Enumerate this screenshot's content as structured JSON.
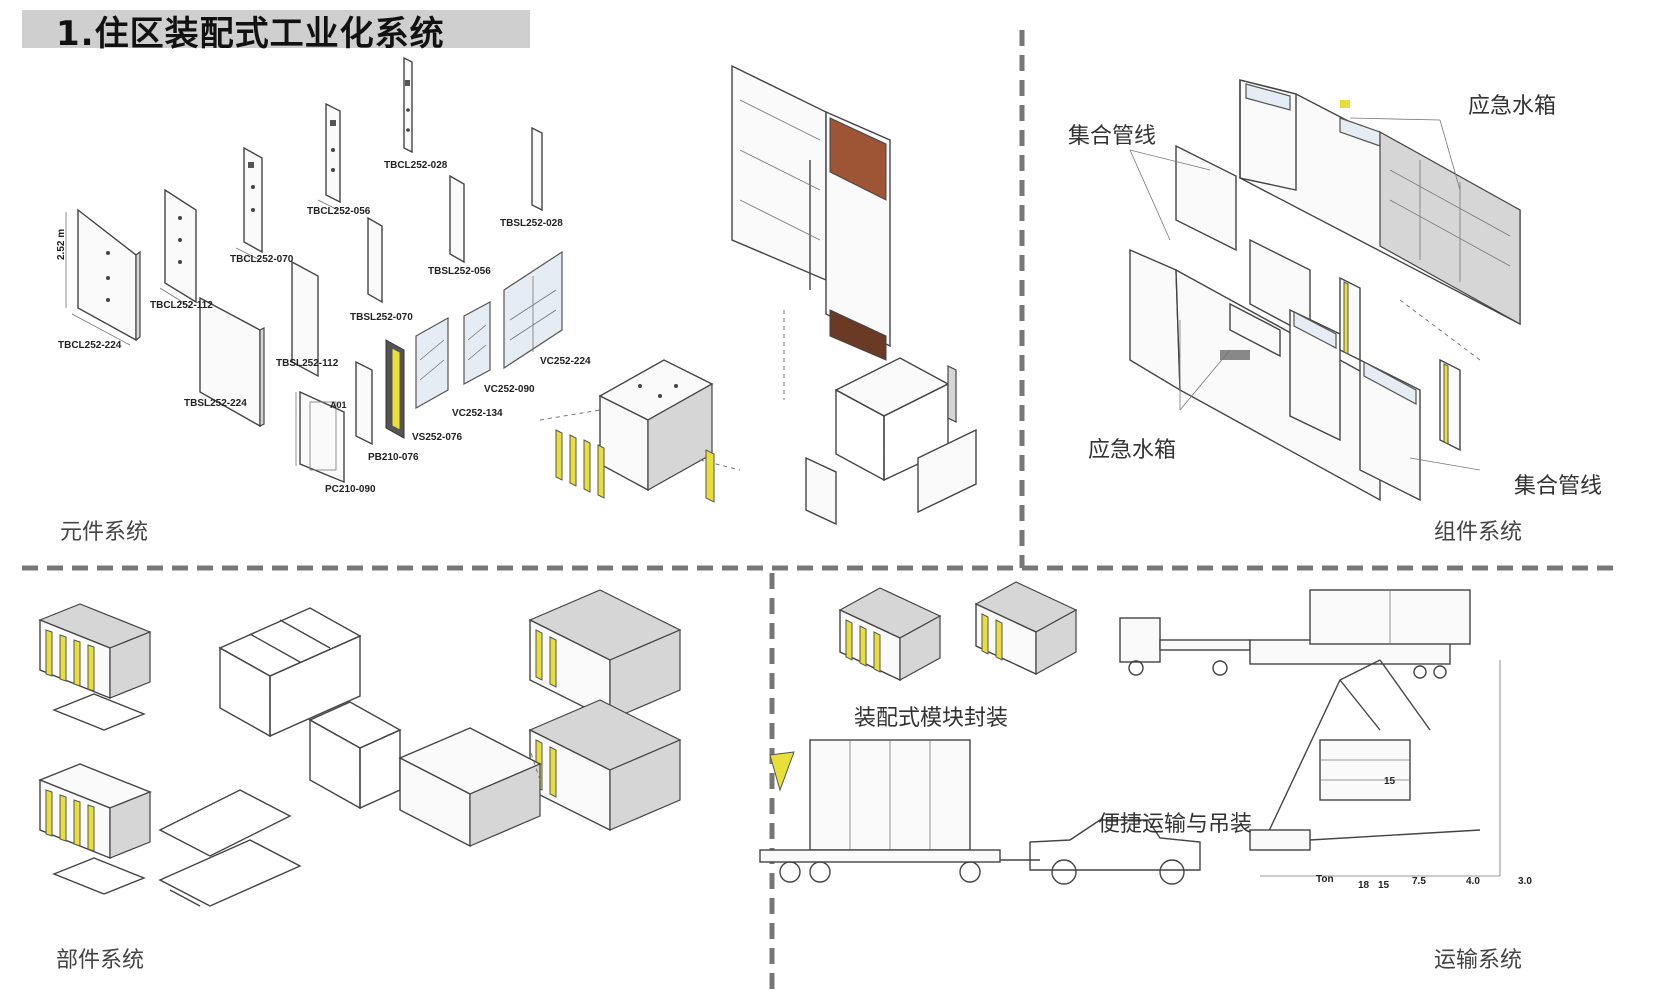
{
  "title": "1.住区装配式工业化系统",
  "sections": {
    "element": "元件系统",
    "component": "组件系统",
    "part": "部件系统",
    "transport": "运输系统"
  },
  "callouts": {
    "pipes_top": "集合管线",
    "tank_top": "应急水箱",
    "tank_bottom": "应急水箱",
    "pipes_bottom": "集合管线",
    "module_pack": "装配式模块封装",
    "transport_lift": "便捷运输与吊装"
  },
  "panel_codes": {
    "c1": "TBCL252-224",
    "c2": "TBCL252-112",
    "c3": "TBCL252-070",
    "c4": "TBCL252-056",
    "c5": "TBCL252-028",
    "c6": "TBSL252-224",
    "c7": "TBSL252-112",
    "c8": "TBSL252-070",
    "c9": "TBSL252-056",
    "c10": "TBSL252-028",
    "c11": "PC210-090",
    "c12": "PB210-076",
    "c13": "VS252-076",
    "c14": "VC252-134",
    "c15": "VC252-090",
    "c16": "VC252-224",
    "height": "2.52 m",
    "door_tag": "A01"
  },
  "crane_marks": {
    "unit": "Ton",
    "v1": "18",
    "v2": "15",
    "v3": "7.5",
    "v4": "4.0",
    "v5": "3.0",
    "boom": "15"
  },
  "colors": {
    "accent": "#e8df3a",
    "divider": "#777777",
    "title_bg": "#cfcfcf"
  }
}
